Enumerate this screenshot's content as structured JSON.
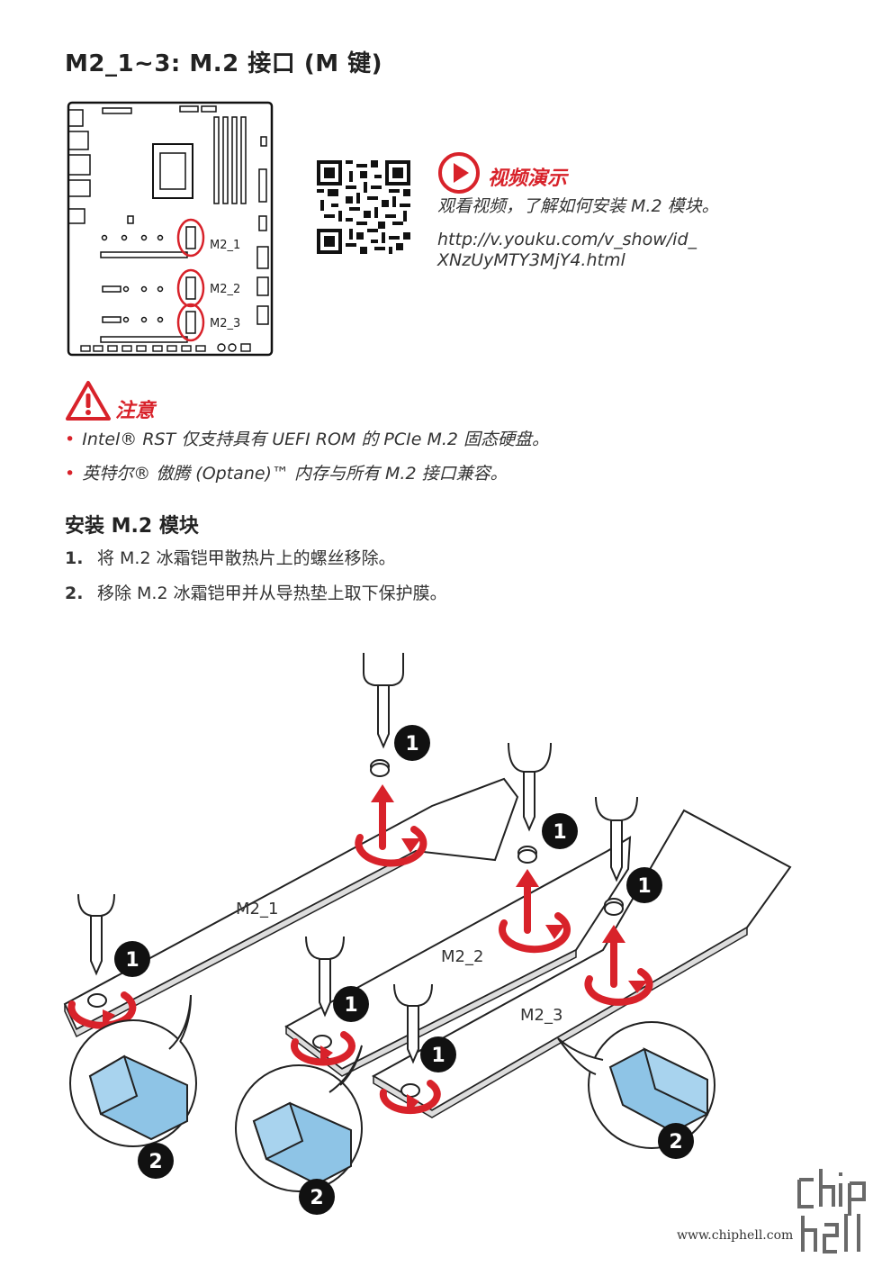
{
  "title": "M2_1~3: M.2 接口 (M 键)",
  "board": {
    "slot_labels": [
      "M2_1",
      "M2_2",
      "M2_3"
    ]
  },
  "video": {
    "title": "视频演示",
    "description": "观看视频，了解如何安装 M.2 模块。",
    "url_line1": "http://v.youku.com/v_show/id_",
    "url_line2": "XNzUyMTY3MjY4.html",
    "icon": "play-circle-icon"
  },
  "caution": {
    "title": "注意",
    "icon": "warning-triangle-icon",
    "notes": [
      "Intel® RST 仅支持具有 UEFI ROM 的 PCIe M.2 固态硬盘。",
      "英特尔® 傲腾 (Optane)™ 内存与所有 M.2 接口兼容。"
    ]
  },
  "install": {
    "title": "安装 M.2 模块",
    "steps": [
      {
        "num": "1.",
        "text": "将 M.2 冰霜铠甲散热片上的螺丝移除。"
      },
      {
        "num": "2.",
        "text": "移除 M.2 冰霜铠甲并从导热垫上取下保护膜。"
      }
    ]
  },
  "diagram": {
    "plate_labels": [
      "M2_1",
      "M2_2",
      "M2_3"
    ],
    "step_badges": [
      "1",
      "2"
    ]
  },
  "watermark": {
    "url": "www.chiphell.com",
    "logo_text": "chip hell"
  },
  "colors": {
    "accent_red": "#d8222a",
    "pad_blue": "#8ec4e6"
  }
}
